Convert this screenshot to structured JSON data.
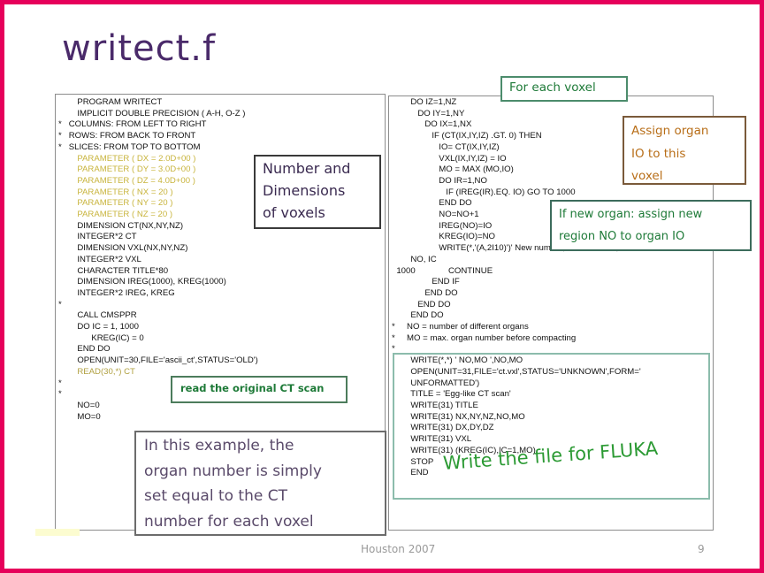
{
  "title": "writect.f",
  "left_code": [
    {
      "text": "        PROGRAM WRITECT",
      "c": ""
    },
    {
      "text": "        IMPLICIT DOUBLE PRECISION ( A-H, O-Z )",
      "c": ""
    },
    {
      "text": "*   COLUMNS: FROM LEFT TO RIGHT",
      "c": ""
    },
    {
      "text": "*   ROWS: FROM BACK TO FRONT",
      "c": ""
    },
    {
      "text": "*   SLICES: FROM TOP TO BOTTOM",
      "c": ""
    },
    {
      "text": "        PARAMETER ( DX = 2.0D+00 )",
      "c": "y"
    },
    {
      "text": "        PARAMETER ( DY = 3.0D+00 )",
      "c": "y"
    },
    {
      "text": "        PARAMETER ( DZ = 4.0D+00 )",
      "c": "y"
    },
    {
      "text": "        PARAMETER ( NX = 20 )",
      "c": "y"
    },
    {
      "text": "        PARAMETER ( NY = 20 )",
      "c": "y"
    },
    {
      "text": "        PARAMETER ( NZ = 20 )",
      "c": "y"
    },
    {
      "text": "        DIMENSION CT(NX,NY,NZ)",
      "c": ""
    },
    {
      "text": "        INTEGER*2 CT",
      "c": ""
    },
    {
      "text": "        DIMENSION VXL(NX,NY,NZ)",
      "c": ""
    },
    {
      "text": "        INTEGER*2 VXL",
      "c": ""
    },
    {
      "text": "        CHARACTER TITLE*80",
      "c": ""
    },
    {
      "text": "        DIMENSION IREG(1000), KREG(1000)",
      "c": ""
    },
    {
      "text": "        INTEGER*2 IREG, KREG",
      "c": ""
    },
    {
      "text": "*",
      "c": ""
    },
    {
      "text": "        CALL CMSPPR",
      "c": ""
    },
    {
      "text": "        DO IC = 1, 1000",
      "c": ""
    },
    {
      "text": "              KREG(IC) = 0",
      "c": ""
    },
    {
      "text": "        END DO",
      "c": ""
    },
    {
      "text": "        OPEN(UNIT=30,FILE='ascii_ct',STATUS='OLD')",
      "c": ""
    },
    {
      "text": "        READ(30,*) CT",
      "c": "g"
    },
    {
      "text": "*",
      "c": ""
    },
    {
      "text": "*",
      "c": ""
    },
    {
      "text": "        NO=0",
      "c": ""
    },
    {
      "text": "        MO=0",
      "c": ""
    }
  ],
  "right_code": [
    {
      "text": "        DO IZ=1,NZ",
      "c": ""
    },
    {
      "text": "           DO IY=1,NY",
      "c": ""
    },
    {
      "text": "              DO IX=1,NX",
      "c": ""
    },
    {
      "text": "                 IF (CT(IX,IY,IZ) .GT. 0) THEN",
      "c": ""
    },
    {
      "text": "                    IO= CT(IX,IY,IZ)",
      "c": ""
    },
    {
      "text": "                    VXL(IX,IY,IZ) = IO",
      "c": ""
    },
    {
      "text": "                    MO = MAX (MO,IO)",
      "c": ""
    },
    {
      "text": "                    DO IR=1,NO",
      "c": ""
    },
    {
      "text": "                       IF (IREG(IR).EQ. IO) GO TO 1000",
      "c": ""
    },
    {
      "text": "                    END DO",
      "c": ""
    },
    {
      "text": "                    NO=NO+1",
      "c": ""
    },
    {
      "text": "                    IREG(NO)=IO",
      "c": ""
    },
    {
      "text": "                    KREG(IO)=NO",
      "c": ""
    },
    {
      "text": "                    WRITE(*,'(A,2I10)')' New number, old number: ',",
      "c": ""
    },
    {
      "text": "        NO, IC",
      "c": ""
    },
    {
      "text": "  1000              CONTINUE",
      "c": ""
    },
    {
      "text": "                 END IF",
      "c": ""
    },
    {
      "text": "              END DO",
      "c": ""
    },
    {
      "text": "           END DO",
      "c": ""
    },
    {
      "text": "        END DO",
      "c": ""
    },
    {
      "text": "*     NO = number of different organs",
      "c": ""
    },
    {
      "text": "*     MO = max. organ number before compacting",
      "c": ""
    },
    {
      "text": "*",
      "c": ""
    },
    {
      "text": "        WRITE(*,*) ' NO,MO ',NO,MO",
      "c": ""
    },
    {
      "text": "        OPEN(UNIT=31,FILE='ct.vxl',STATUS='UNKNOWN',FORM='",
      "c": ""
    },
    {
      "text": "        UNFORMATTED')",
      "c": ""
    },
    {
      "text": "        TITLE = 'Egg-like CT scan'",
      "c": ""
    },
    {
      "text": "        WRITE(31) TITLE",
      "c": ""
    },
    {
      "text": "        WRITE(31) NX,NY,NZ,NO,MO",
      "c": ""
    },
    {
      "text": "        WRITE(31) DX,DY,DZ",
      "c": ""
    },
    {
      "text": "        WRITE(31) VXL",
      "c": ""
    },
    {
      "text": "        WRITE(31) (KREG(IC),IC=1,MO)",
      "c": ""
    },
    {
      "text": "        STOP",
      "c": ""
    },
    {
      "text": "        END",
      "c": ""
    }
  ],
  "callouts": {
    "number_dims": [
      "Number and",
      "Dimensions",
      "of voxels"
    ],
    "read_ct": "read the original CT scan",
    "example": [
      "In this example, the",
      "organ number is simply",
      "set equal to the CT",
      "number for each voxel"
    ],
    "each_voxel": "For each voxel",
    "assign_organ": [
      "Assign organ",
      "IO to this",
      "voxel"
    ],
    "new_organ": [
      "If new organ: assign new",
      "region NO to organ IO"
    ],
    "write_fluka": "Write the file for FLUKA"
  },
  "footer": {
    "left": "Houston 2007",
    "right": "9"
  },
  "colors": {
    "frame": "#e6005a",
    "title": "#4a2a6a",
    "green": "#1e7a38",
    "orange": "#b86e18"
  }
}
